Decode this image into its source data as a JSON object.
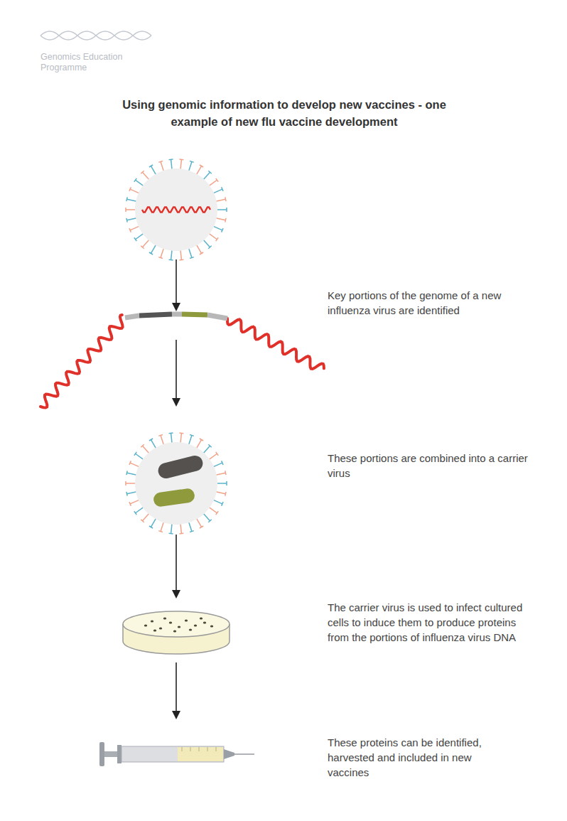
{
  "diagram": {
    "title": "Using genomic information to develop new vaccines - one example of new flu vaccine development",
    "labels": [
      "Genomics Education Programme",
      "Key portions of the genome of a new influenza virus are identified",
      "These portions are combined into a carrier virus",
      "The carrier virus is used to infect cultured cells to induce them to produce proteins from the portions of influenza virus DNA",
      "These proteins can be identified, harvested and included in new vaccines"
    ]
  }
}
